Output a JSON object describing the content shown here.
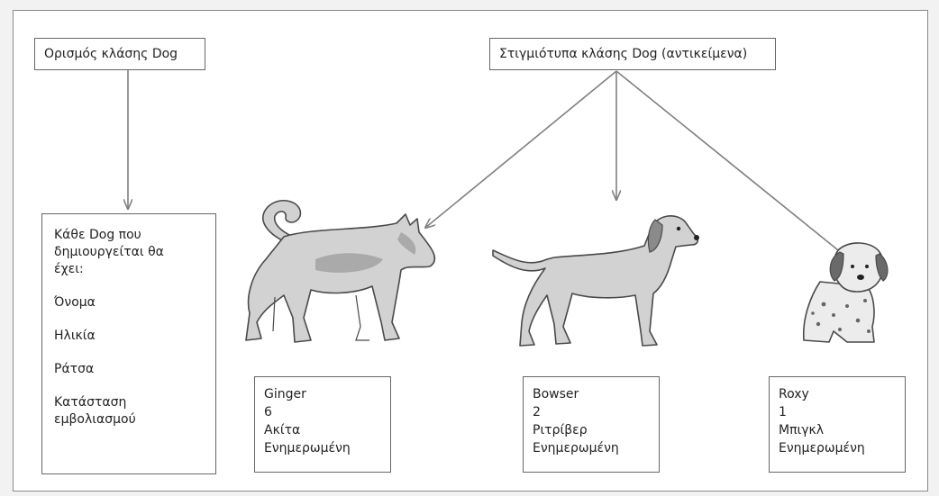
{
  "class_definition_label": "Ορισμός κλάσης Dog",
  "instances_label": "Στιγμιότυπα κλάσης Dog (αντικείμενα)",
  "definition": {
    "intro_lines": [
      "Κάθε Dog που",
      "δημιουργείται θα",
      "έχει:"
    ],
    "attributes": [
      "Όνομα",
      "Ηλικία",
      "Ράτσα",
      "Κατάσταση",
      "εμβολιασμού"
    ]
  },
  "objects": [
    {
      "name": "Ginger",
      "age": "6",
      "breed": "Ακίτα",
      "vaccination": "Ενημερωμένη",
      "icon": "akita-dog"
    },
    {
      "name": "Bowser",
      "age": "2",
      "breed": "Ριτρίβερ",
      "vaccination": "Ενημερωμένη",
      "icon": "retriever-dog"
    },
    {
      "name": "Roxy",
      "age": "1",
      "breed": "Μπιγκλ",
      "vaccination": "Ενημερωμένη",
      "icon": "spotted-puppy"
    }
  ],
  "colors": {
    "line": "#808080",
    "box_border": "#666666",
    "dog_fill": "#d2d2d2",
    "dog_outline": "#4a4a4a"
  }
}
